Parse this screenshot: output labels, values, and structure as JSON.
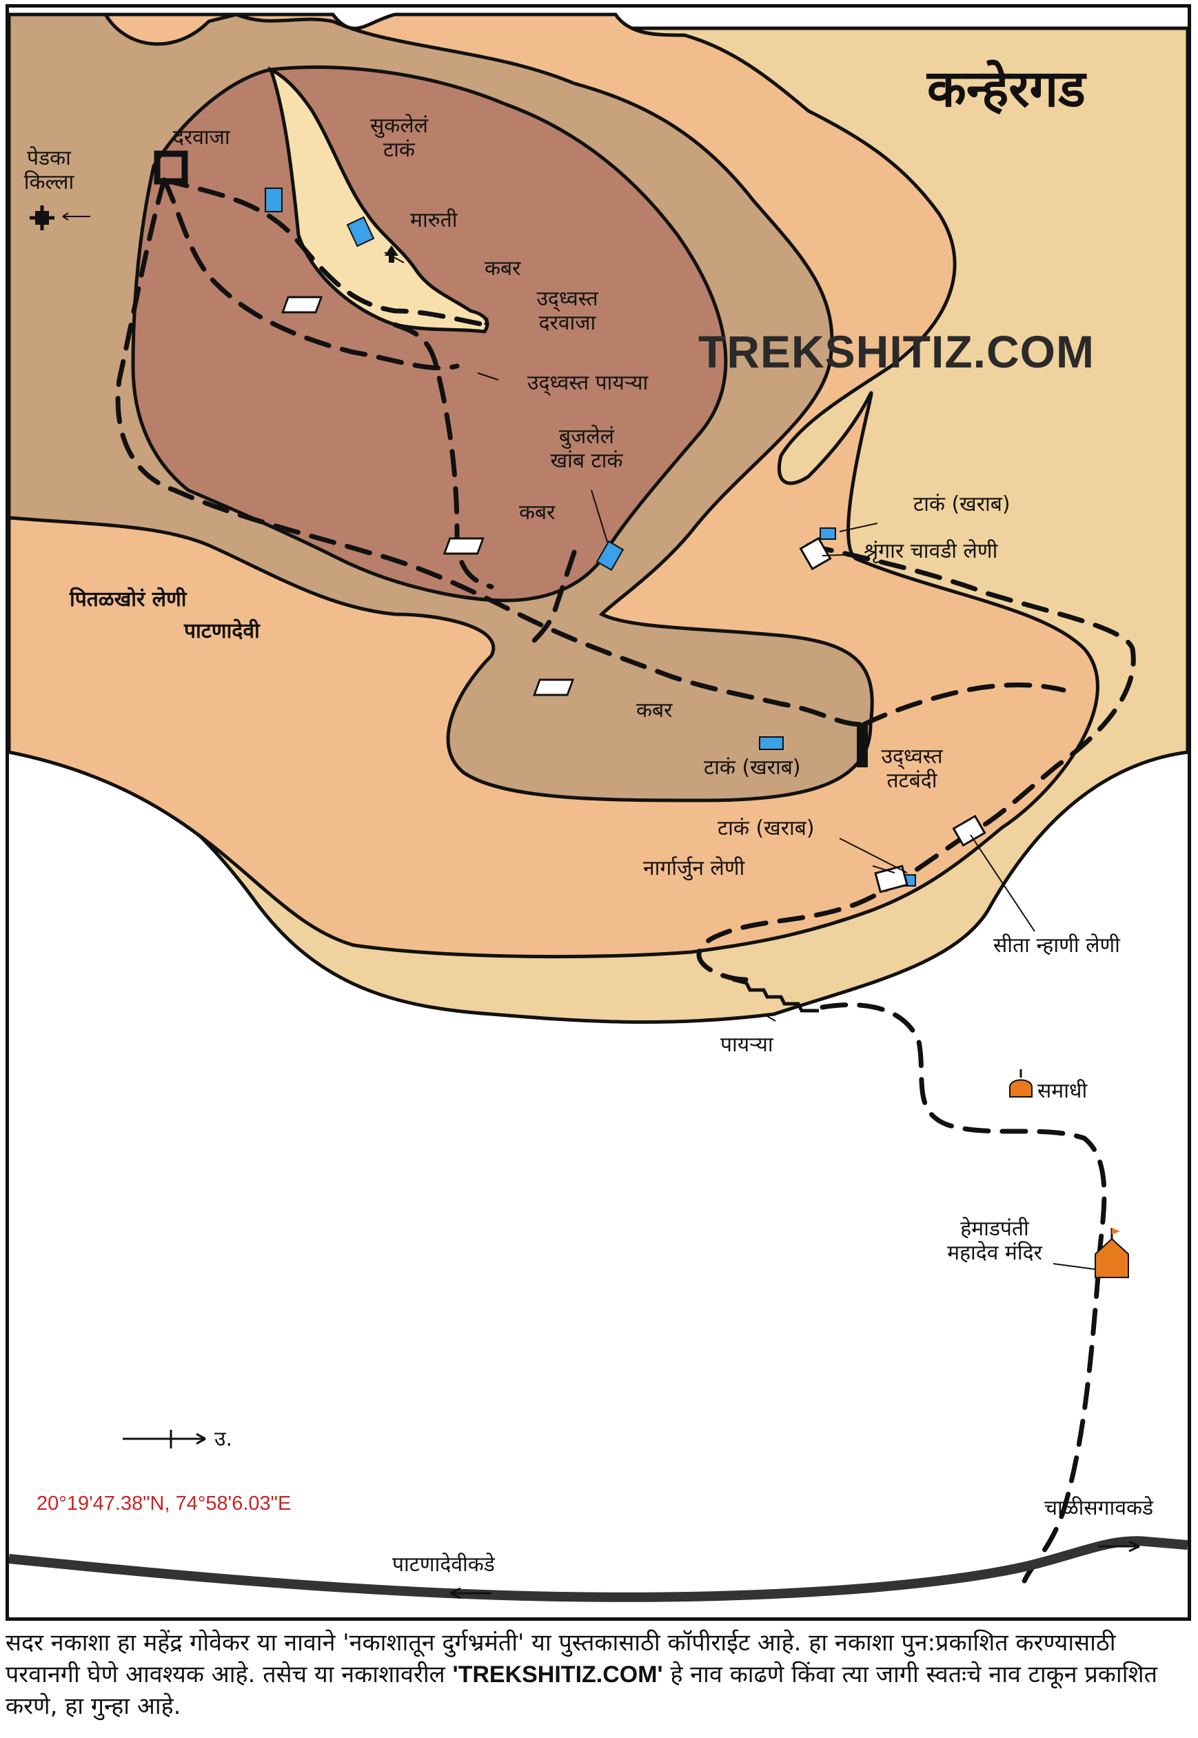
{
  "map": {
    "title": "कन्हेरगड",
    "watermark": "TREKSHITIZ.COM",
    "coordinates": "20°19'47.38\"N, 74°58'6.03\"E",
    "north_label": "उ.",
    "colors": {
      "band_outer": "#f0d29e",
      "band_mid": "#f2bd8c",
      "band_tan": "#c8a27d",
      "band_summit": "#b8806a",
      "plateau_top": "#f7e0ad",
      "tank": "#3aa0e8",
      "temple": "#e87a1e",
      "road": "#333333",
      "coords_text": "#cc2222"
    },
    "labels": {
      "pedka_killa": "पेडका\nकिल्ला",
      "darwaja": "दरवाजा",
      "suklelan_taak": "सुकलेलं\nटाकं",
      "maruti": "मारुती",
      "kabar_top": "कबर",
      "udhvast_darwaja": "उद्ध्वस्त\nदरवाजा",
      "udhvast_payrya": "उद्ध्वस्त पायऱ्या",
      "bujlelan_khamb_taak": "बुजलेलं\nखांब टाकं",
      "kabar_mid": "कबर",
      "taak_kharab_1": "टाकं (खराब)",
      "shringar_chavdi": "श्रृंगार चावडी लेणी",
      "pitalkhora": "पितळखोरं लेणी",
      "patnadevi": "पाटणादेवी",
      "kabar_low": "कबर",
      "taak_kharab_2": "टाकं (खराब)",
      "udhvast_tatbandi": "उद्ध्वस्त\nतटबंदी",
      "taak_kharab_3": "टाकं (खराब)",
      "nagarjun_leni": "नार्गार्जुन लेणी",
      "sita_nhani": "सीता न्हाणी लेणी",
      "payrya": "पायऱ्या",
      "samadhi": "समाधी",
      "hemadpanti": "हेमाडपंती\nमहादेव मंदिर",
      "chalisgaon": "चाळीसगावकडे",
      "patnadevi_road": "पाटणादेवीकडे"
    }
  },
  "footer": {
    "note_part1": "सदर नकाशा हा महेंद्र गोवेकर या नावाने 'नकाशातून दुर्गभ्रमंती' या पुस्तकासाठी कॉपीराईट आहे. हा नकाशा पुन:प्रकाशित करण्यासाठी परवानगी घेणे आवश्यक आहे. तसेच या नकाशावरील ",
    "note_site": "'TREKSHITIZ.COM'",
    "note_part2": " हे नाव काढणे किंवा त्या जागी स्वतःचे नाव टाकून प्रकाशित करणे, हा गुन्हा आहे."
  }
}
